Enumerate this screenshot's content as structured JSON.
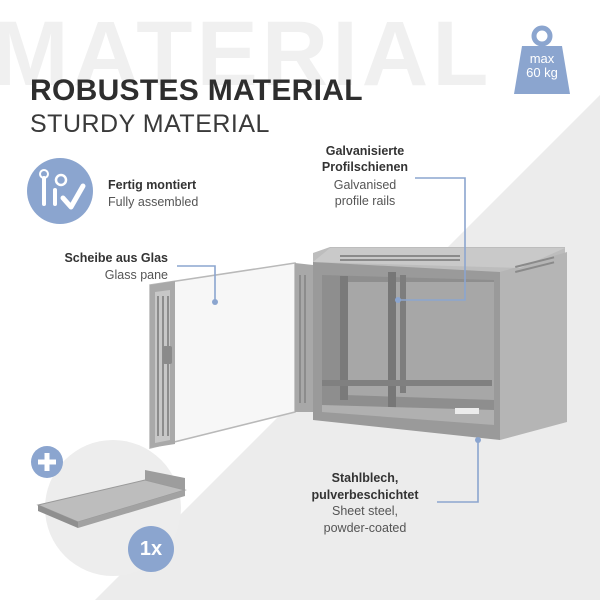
{
  "watermark": "MATERIAL",
  "title_de": "ROBUSTES MATERIAL",
  "title_en": "STURDY MATERIAL",
  "weight": {
    "line1": "max",
    "line2": "60 kg",
    "icon": "weight-icon"
  },
  "features": {
    "assembled": {
      "de": "Fertig montiert",
      "en": "Fully assembled",
      "icon": "tools-check-icon"
    },
    "rails": {
      "de_1": "Galvanisierte",
      "de_2": "Profilschienen",
      "en_1": "Galvanised",
      "en_2": "profile rails"
    },
    "glass": {
      "de": "Scheibe aus Glas",
      "en": "Glass pane"
    },
    "steel": {
      "de_1": "Stahlblech,",
      "de_2": "pulverbeschichtet",
      "en_1": "Sheet steel,",
      "en_2": "powder-coated"
    }
  },
  "accessory": {
    "quantity": "1x",
    "icon": "plus-icon"
  },
  "colors": {
    "accent": "#8ba5cf",
    "diagonal": "#ebebeb",
    "title": "#2e2e2e"
  }
}
